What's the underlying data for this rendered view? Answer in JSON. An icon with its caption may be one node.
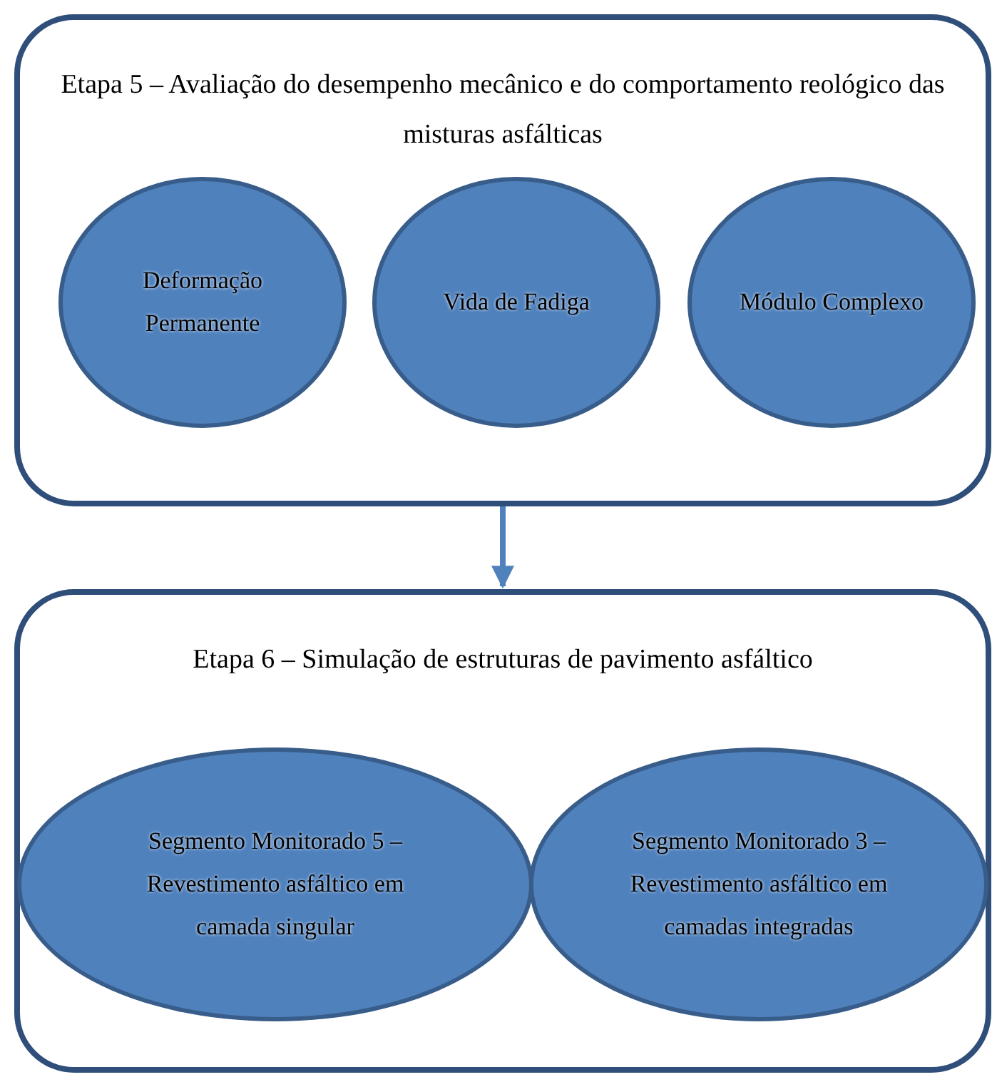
{
  "diagram": {
    "nodes": [
      {
        "text": [
          "Etapa 5 – Avaliação do desempenho mecânico e do comportamento reológico das misturas asfálticas"
        ]
      },
      {
        "text": [
          "Deformação Permanente"
        ],
        "in": 0
      },
      {
        "text": [
          "Vida de Fadiga"
        ],
        "in": 0
      },
      {
        "text": [
          "Módulo Complexo"
        ],
        "in": 0
      },
      {
        "text": [
          "Etapa 6 – Simulação de estruturas de pavimento asfáltico"
        ]
      },
      {
        "text": [
          "Segmento Monitorado 5 – Revestimento asfáltico em camada singular"
        ],
        "in": 4
      },
      {
        "text": [
          "Segmento Monitorado 3 – Revestimento asfáltico em camadas integradas"
        ],
        "in": 4
      }
    ],
    "edges": [
      {
        "from": 0,
        "to": 4,
        "arrow": "to"
      }
    ]
  }
}
